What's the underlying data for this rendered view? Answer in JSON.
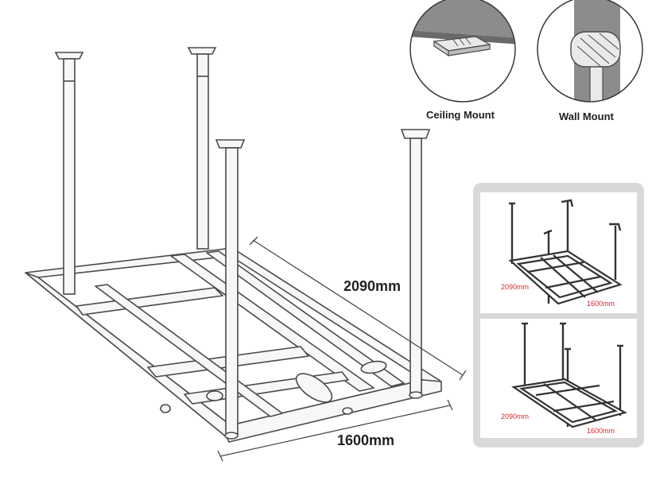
{
  "main_diagram": {
    "length_label": "2090mm",
    "width_label": "1600mm"
  },
  "mounts": [
    {
      "label": "Ceiling Mount",
      "icon": "ceiling-mount-icon"
    },
    {
      "label": "Wall Mount",
      "icon": "wall-mount-icon"
    }
  ],
  "insets": [
    {
      "length_label": "2090mm",
      "width_label": "1600mm"
    },
    {
      "length_label": "2090mm",
      "width_label": "1600mm"
    }
  ],
  "colors": {
    "line": "#4a4a4a",
    "rack_fill": "#f4f4f4",
    "inset_bg": "#d9d9d9",
    "inset_label": "#e0252b"
  }
}
